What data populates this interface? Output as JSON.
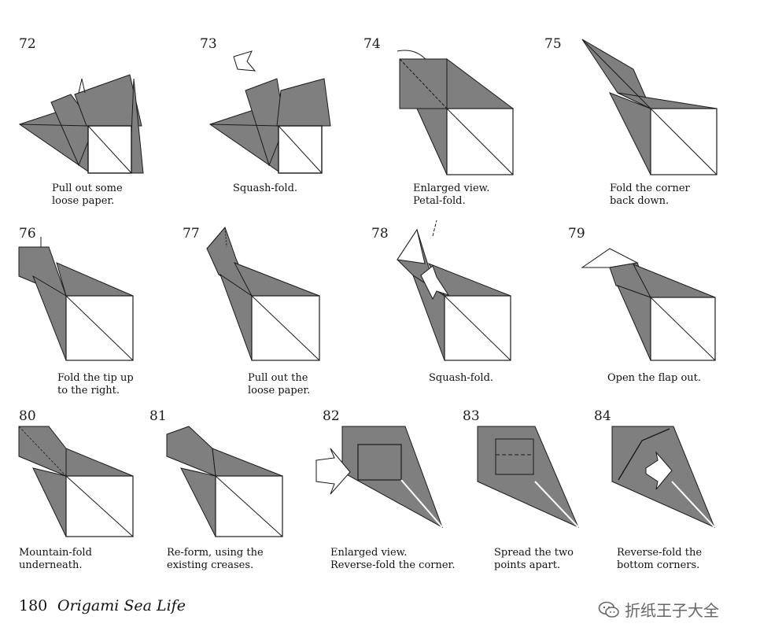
{
  "steps": [
    {
      "number": "72",
      "lines": [
        "Pull out some",
        "loose paper."
      ]
    },
    {
      "number": "73",
      "lines": [
        "Squash-fold."
      ]
    },
    {
      "number": "74",
      "lines": [
        "Enlarged view.",
        "Petal-fold."
      ]
    },
    {
      "number": "75",
      "lines": [
        "Fold the corner",
        "back down."
      ]
    },
    {
      "number": "76",
      "lines": [
        "Fold the tip up",
        "to the right."
      ]
    },
    {
      "number": "77",
      "lines": [
        "Pull out the",
        "loose paper."
      ]
    },
    {
      "number": "78",
      "lines": [
        "Squash-fold."
      ]
    },
    {
      "number": "79",
      "lines": [
        "Open the flap out."
      ]
    },
    {
      "number": "80",
      "lines": [
        "Mountain-fold",
        "underneath."
      ]
    },
    {
      "number": "81",
      "lines": [
        "Re-form, using the",
        "existing creases."
      ]
    },
    {
      "number": "82",
      "lines": [
        "Enlarged view.",
        "Reverse-fold the corner."
      ]
    },
    {
      "number": "83",
      "lines": [
        "Spread the two",
        "points apart."
      ]
    },
    {
      "number": "84",
      "lines": [
        "Reverse-fold the",
        "bottom corners."
      ]
    }
  ],
  "footer": {
    "page_number": "180",
    "book_title": "Origami Sea Life"
  },
  "watermark": {
    "text": "折纸王子大全",
    "icon": "wechat-icon"
  },
  "colors": {
    "paper_gray": "#7f7f7f",
    "paper_white": "#ffffff",
    "line": "#1a1a1a"
  }
}
